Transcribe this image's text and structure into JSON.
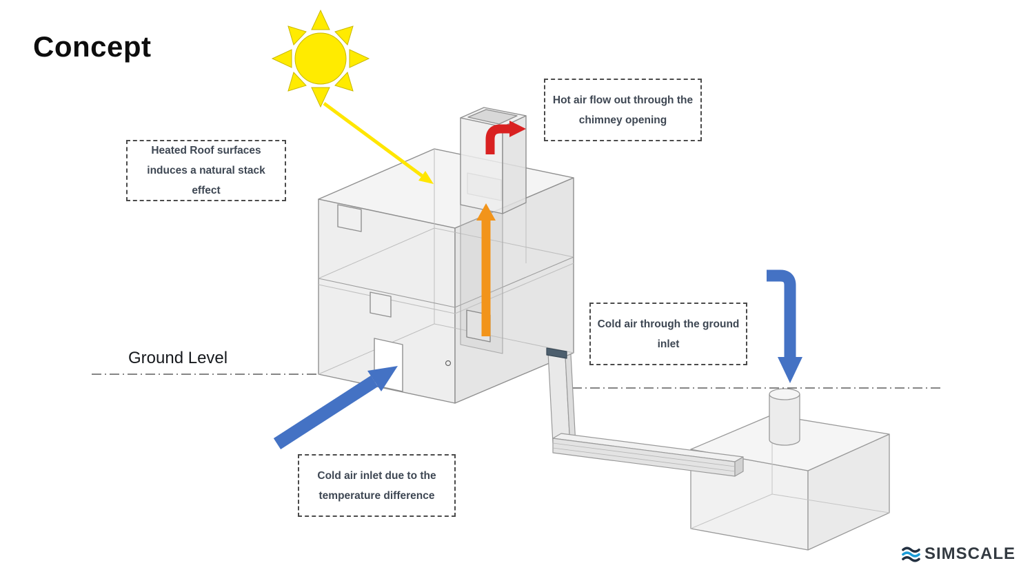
{
  "title": "Concept",
  "ground": {
    "label": "Ground Level"
  },
  "annotations": {
    "heated_roof": "Heated Roof surfaces induces a natural stack effect",
    "hot_air_out": "Hot air flow out through the chimney opening",
    "cold_air_ground": "Cold air through the ground inlet",
    "cold_air_inlet": "Cold air inlet due to the temperature difference"
  },
  "logo": {
    "brand": "SIMSCALE"
  },
  "colors": {
    "sun_yellow": "#FFEB00",
    "sun_outline": "#C9B800",
    "arrow_yellow": "#FFE600",
    "hot_red": "#D92121",
    "stack_orange": "#F2941A",
    "cold_blue": "#4472C4",
    "logo_dark": "#223041",
    "logo_blue": "#1B9CD8"
  }
}
